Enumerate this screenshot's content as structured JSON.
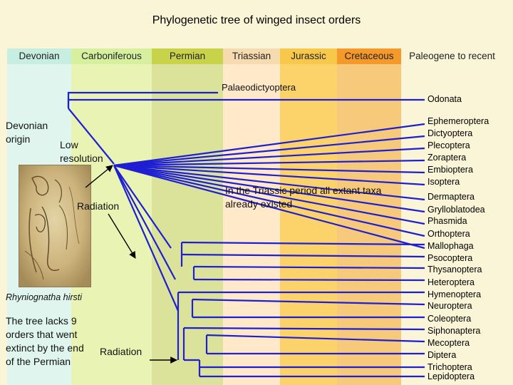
{
  "title": "Phylogenetic tree of winged insect orders",
  "periods": [
    {
      "label": "Devonian",
      "color": "#dff5ee"
    },
    {
      "label": "Carboniferous",
      "color": "#e9f4b4"
    },
    {
      "label": "Permian",
      "color": "#dbe29a"
    },
    {
      "label": "Triassian",
      "color": "#ffe9c8"
    },
    {
      "label": "Jurassic",
      "color": "#fcd36a"
    },
    {
      "label": "Cretaceous",
      "color": "#f7c97a"
    },
    {
      "label": "Paleogene to recent",
      "color": "#f9f5d6"
    }
  ],
  "palaeo_label": "Palaeodictyoptera",
  "notes": {
    "devonian_origin": "Devonian origin",
    "low_resolution": "Low resolution",
    "radiation_upper": "Radiation",
    "radiation_lower": "Radiation",
    "triassic_note": "In the Triassic period all extant taxa already existed",
    "fossil_caption": "Rhyniognatha hirsti",
    "extinct_note": "The tree lacks 9 orders that went extinct by the end of the Permian"
  },
  "taxa": [
    "Odonata",
    "Ephemeroptera",
    "Dictyoptera",
    "Plecoptera",
    "Zoraptera",
    "Embioptera",
    "Isoptera",
    "Dermaptera",
    "Grylloblatodea",
    "Phasmida",
    "Orthoptera",
    "Mallophaga",
    "Psocoptera",
    "Thysanoptera",
    "Heteroptera",
    "Hymenoptera",
    "Neuroptera",
    "Coleoptera",
    "Siphonaptera",
    "Mecoptera",
    "Diptera",
    "Trichoptera",
    "Lepidoptera"
  ],
  "colors": {
    "branch": "#1e1ed2",
    "arrow": "#000000"
  }
}
